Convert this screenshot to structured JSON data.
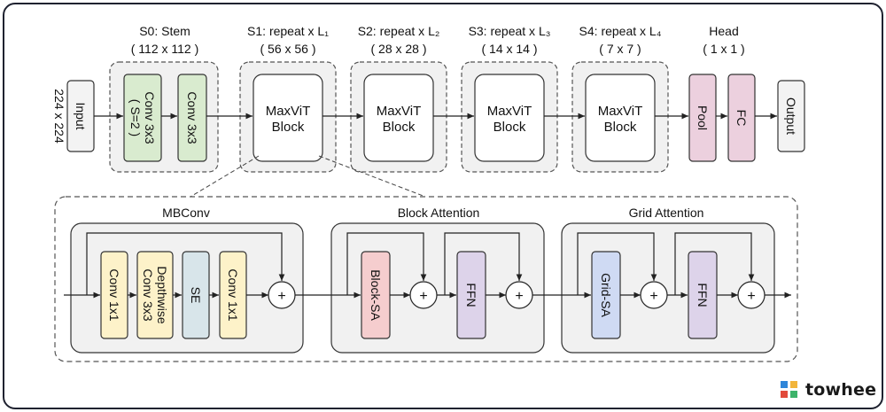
{
  "stages": {
    "s0": {
      "title": "S0: Stem",
      "size": "( 112 x 112 )"
    },
    "s1": {
      "title": "S1: repeat x L₁",
      "size": "( 56 x 56 )"
    },
    "s2": {
      "title": "S2: repeat x L₂",
      "size": "( 28 x 28 )"
    },
    "s3": {
      "title": "S3: repeat x L₃",
      "size": "( 14 x 14 )"
    },
    "s4": {
      "title": "S4: repeat x L₄",
      "size": "( 7 x 7 )"
    },
    "head": {
      "title": "Head",
      "size": "( 1 x 1 )"
    }
  },
  "top_row": {
    "input_size": "224 x 224",
    "input": "Input",
    "stem_conv1_line1": "Conv 3x3",
    "stem_conv1_line2": "( S=2 )",
    "stem_conv2": "Conv 3x3",
    "block_line1": "MaxViT",
    "block_line2": "Block",
    "pool": "Pool",
    "fc": "FC",
    "output": "Output"
  },
  "detail": {
    "mbconv": {
      "title": "MBConv",
      "conv1x1_a": "Conv 1x1",
      "depthwise_line1": "Depthwise",
      "depthwise_line2": "Conv 3x3",
      "se": "SE",
      "conv1x1_b": "Conv 1x1"
    },
    "block_attention": {
      "title": "Block Attention",
      "sa": "Block-SA",
      "ffn": "FFN"
    },
    "grid_attention": {
      "title": "Grid Attention",
      "sa": "Grid-SA",
      "ffn": "FFN"
    },
    "plus": "+"
  },
  "brand": {
    "name": "towhee"
  },
  "colors": {
    "stem_green": "#d9ebcf",
    "mbconv_yellow": "#fdf2c9",
    "se_blue": "#d8e5ea",
    "block_sa_red": "#f5cdce",
    "grid_sa_blue": "#cfdaf3",
    "ffn_purple": "#ddd3ea",
    "head_pink": "#ecd0de",
    "panel_gray": "#f1f1f1"
  }
}
